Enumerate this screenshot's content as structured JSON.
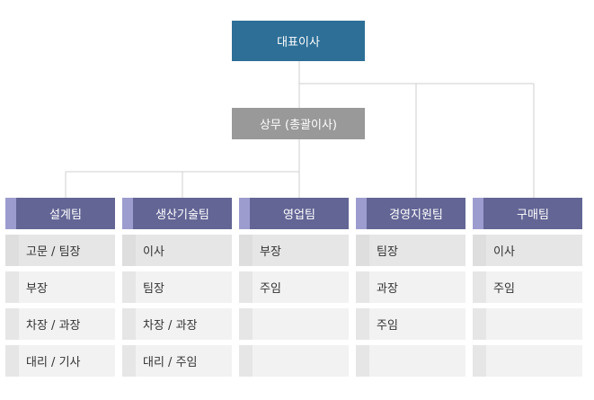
{
  "ceo": {
    "label": "대표이사"
  },
  "vp": {
    "label": "상무 (총괄이사)"
  },
  "teams": [
    {
      "name": "설계팀",
      "rows": [
        "고문 / 팀장",
        "부장",
        "차장 / 과장",
        "대리 / 기사"
      ]
    },
    {
      "name": "생산기술팀",
      "rows": [
        "이사",
        "팀장",
        "차장 / 과장",
        "대리 / 주임"
      ]
    },
    {
      "name": "영업팀",
      "rows": [
        "부장",
        "주임",
        "",
        ""
      ]
    },
    {
      "name": "경영지원팀",
      "rows": [
        "팀장",
        "과장",
        "주임",
        ""
      ]
    },
    {
      "name": "구매팀",
      "rows": [
        "이사",
        "주임",
        "",
        ""
      ]
    }
  ],
  "colors": {
    "ceo": "#2d6f97",
    "vp": "#999999",
    "team_header": "#636595",
    "team_header_accent": "#9c9ccf",
    "cell": "#f2f2f2",
    "connector": "#cfcfcf"
  }
}
